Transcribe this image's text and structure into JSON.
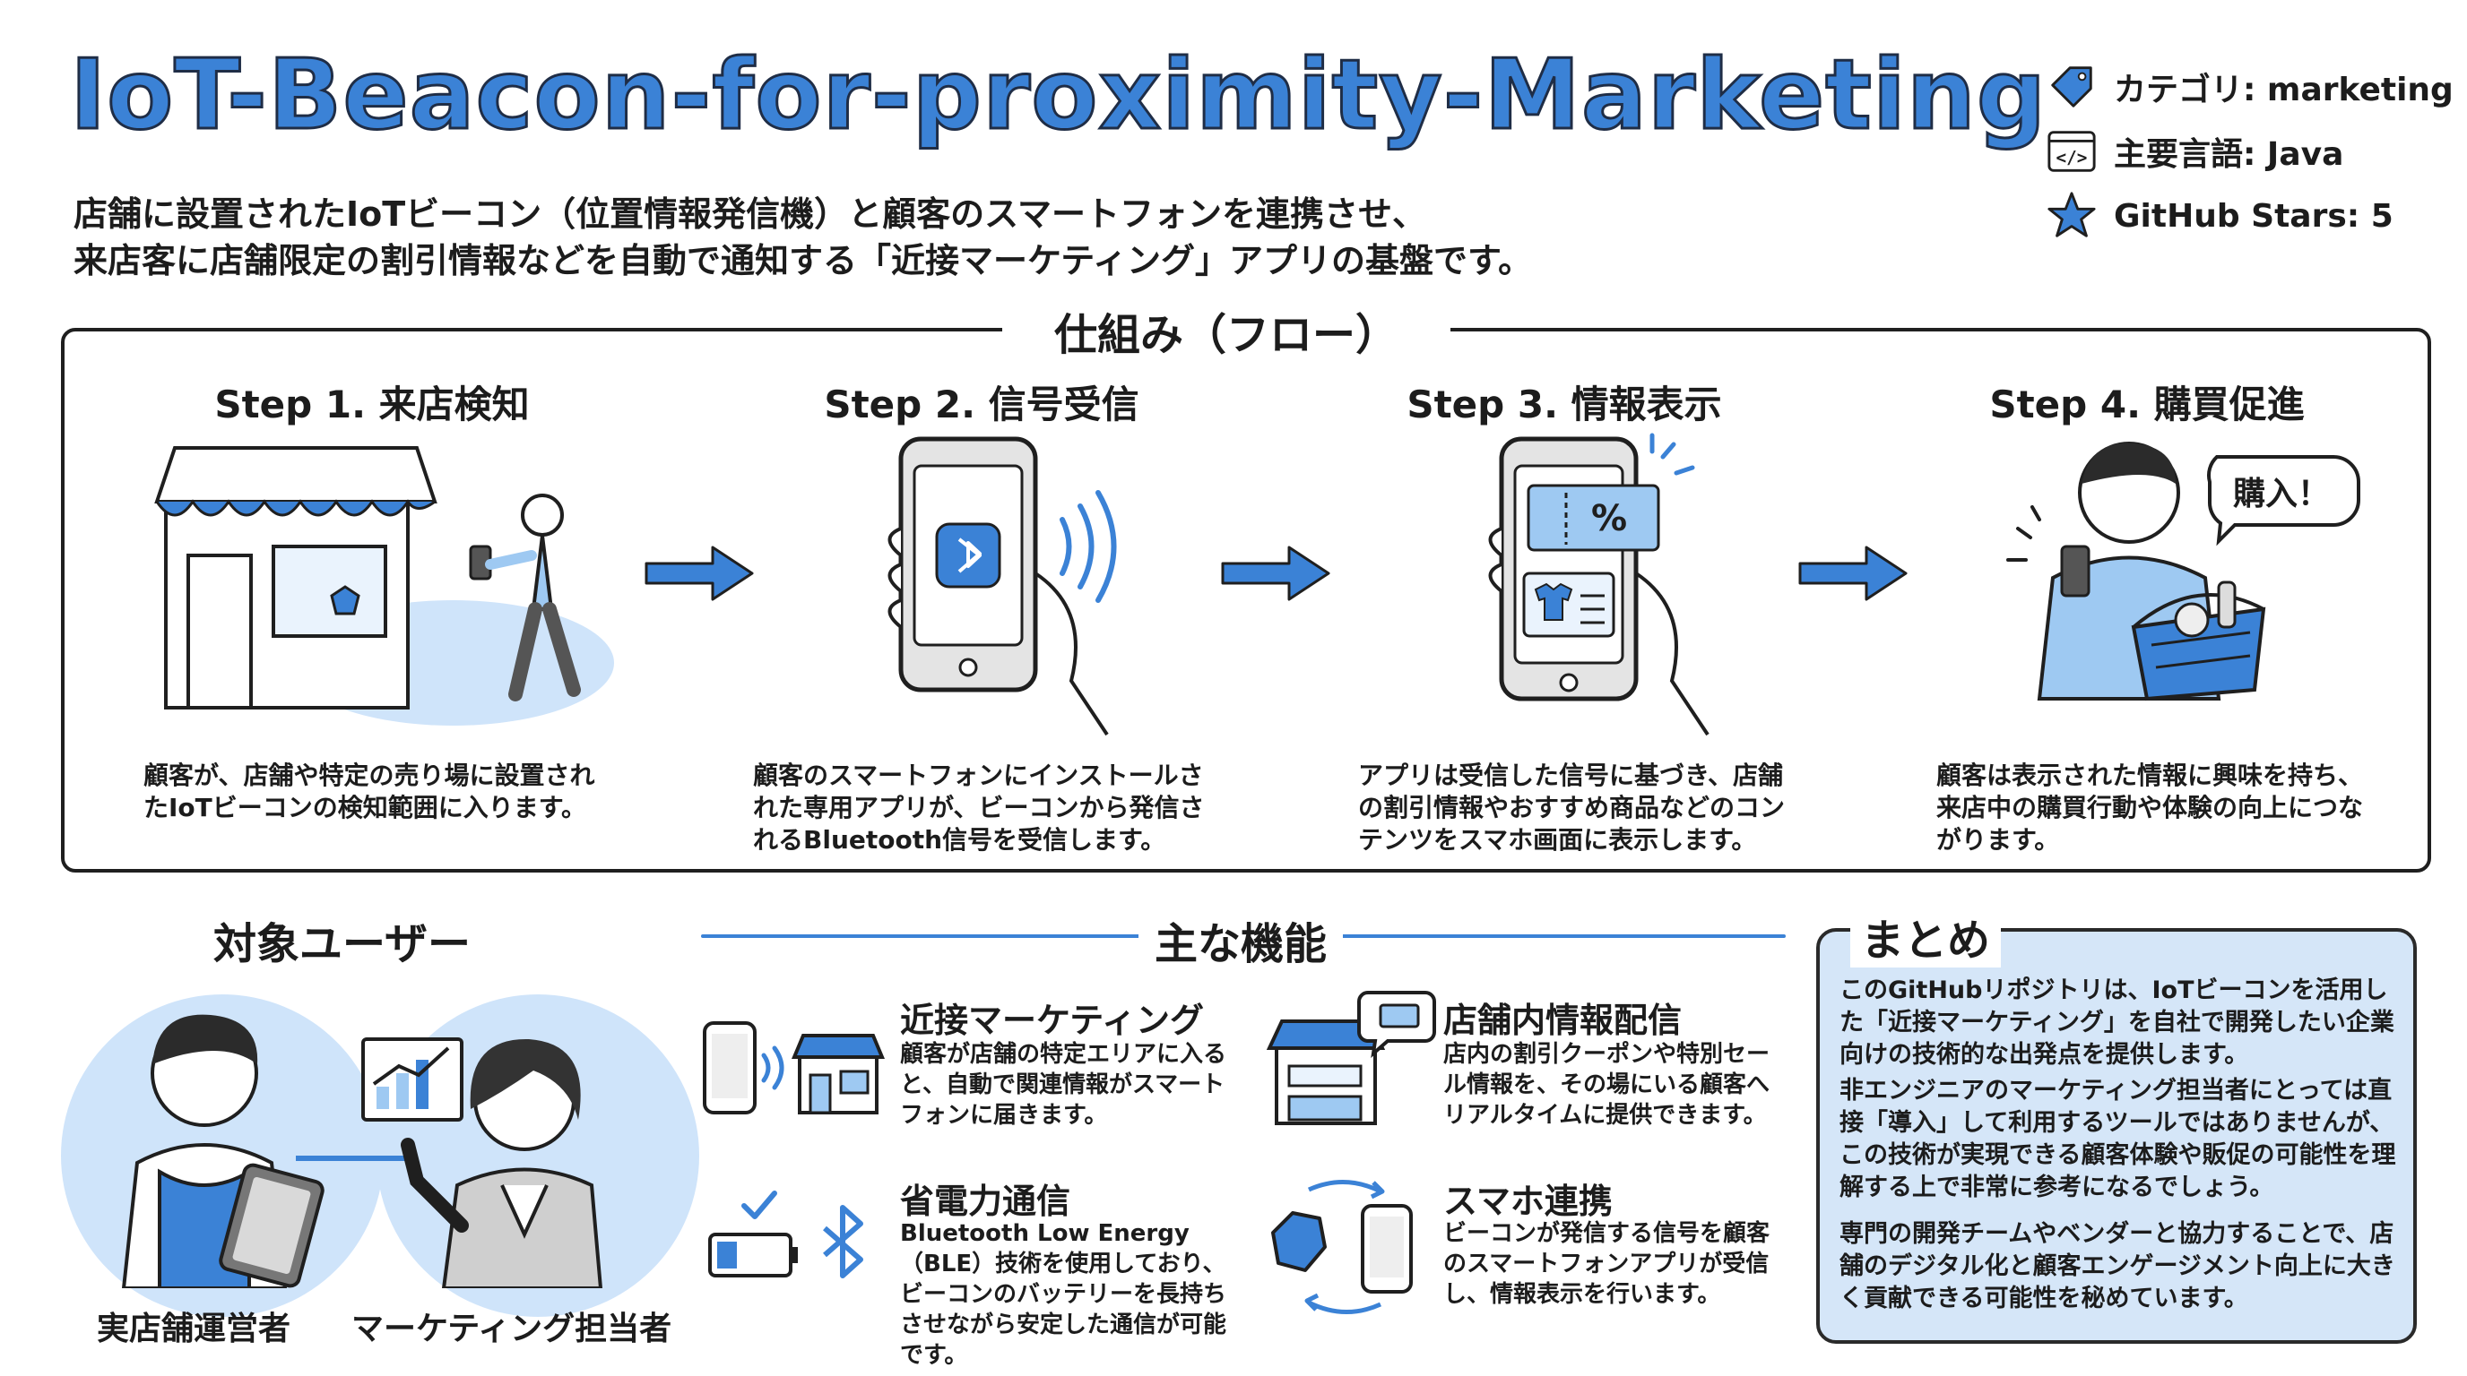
{
  "header": {
    "title": "IoT-Beacon-for-proximity-Marketing",
    "description_line1": "店舗に設置されたIoTビーコン（位置情報発信機）と顧客のスマートフォンを連携させ、",
    "description_line2": "来店客に店舗限定の割引情報などを自動で通知する「近接マーケティング」アプリの基盤です。"
  },
  "meta": {
    "category": "カテゴリ: marketing",
    "language": "主要言語: Java",
    "stars": "GitHub Stars: 5"
  },
  "flow": {
    "title": "仕組み（フロー）",
    "steps": [
      {
        "title": "Step 1. 来店検知",
        "desc": "顧客が、店舗や特定の売り場に設置されたIoTビーコンの検知範囲に入ります。"
      },
      {
        "title": "Step 2. 信号受信",
        "desc": "顧客のスマートフォンにインストールされた専用アプリが、ビーコンから発信されるBluetooth信号を受信します。"
      },
      {
        "title": "Step 3. 情報表示",
        "desc": "アプリは受信した信号に基づき、店舗の割引情報やおすすめ商品などのコンテンツをスマホ画面に表示します。"
      },
      {
        "title": "Step 4. 購買促進",
        "desc": "顧客は表示された情報に興味を持ち、来店中の購買行動や体験の向上につながります。",
        "bubble": "購入！"
      }
    ]
  },
  "users": {
    "title": "対象ユーザー",
    "items": [
      {
        "label": "実店舗運営者"
      },
      {
        "label": "マーケティング担当者"
      }
    ]
  },
  "features": {
    "title": "主な機能",
    "items": [
      {
        "title": "近接マーケティング",
        "desc": "顧客が店舗の特定エリアに入ると、自動で関連情報がスマートフォンに届きます。"
      },
      {
        "title": "店舗内情報配信",
        "desc": "店内の割引クーポンや特別セール情報を、その場にいる顧客へリアルタイムに提供できます。"
      },
      {
        "title": "省電力通信",
        "desc": "Bluetooth Low Energy（BLE）技術を使用しており、ビーコンのバッテリーを長持ちさせながら安定した通信が可能です。"
      },
      {
        "title": "スマホ連携",
        "desc": "ビーコンが発信する信号を顧客のスマートフォンアプリが受信し、情報表示を行います。"
      }
    ]
  },
  "summary": {
    "title": "まとめ",
    "paragraphs": [
      "このGitHubリポジトリは、IoTビーコンを活用した「近接マーケティング」を自社で開発したい企業向けの技術的な出発点を提供します。",
      "非エンジニアのマーケティング担当者にとっては直接「導入」して利用するツールではありませんが、この技術が実現できる顧客体験や販促の可能性を理解する上で非常に参考になるでしょう。",
      "専門の開発チームやベンダーと協力することで、店舗のデジタル化と顧客エンゲージメント向上に大きく貢献できる可能性を秘めています。"
    ]
  },
  "colors": {
    "accent": "#3b82d6",
    "light": "#cfe4fa",
    "summary_bg": "#d5e6f8",
    "ink": "#1c1c1c"
  }
}
